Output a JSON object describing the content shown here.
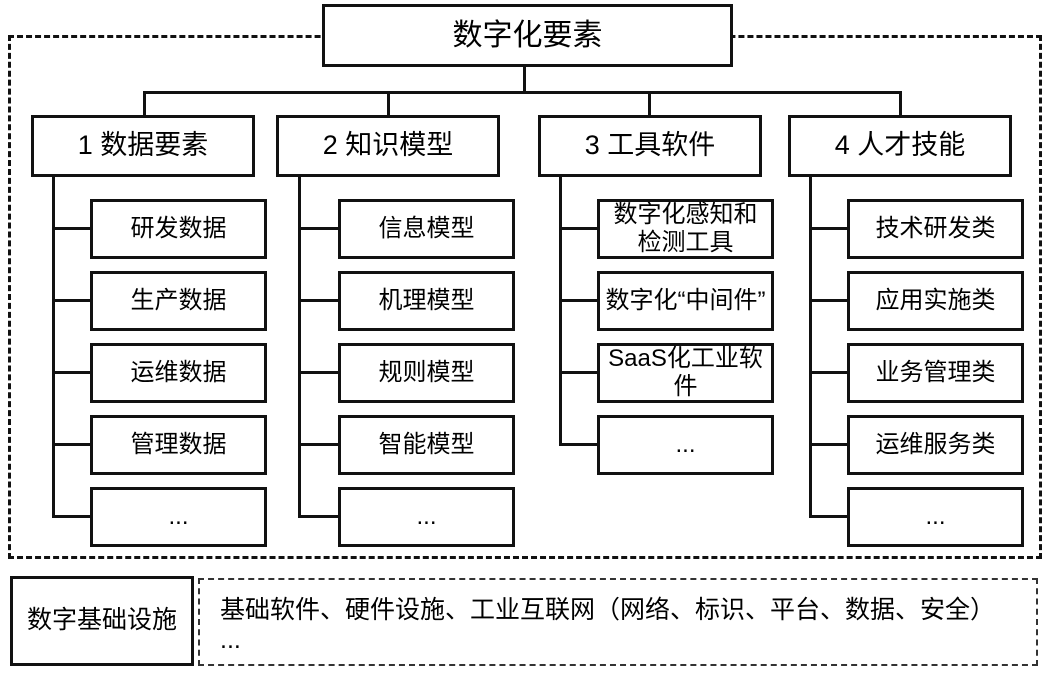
{
  "root": {
    "label": "数字化要素"
  },
  "columns": [
    {
      "header": "1 数据要素",
      "children": [
        "研发数据",
        "生产数据",
        "运维数据",
        "管理数据",
        "..."
      ]
    },
    {
      "header": "2 知识模型",
      "children": [
        "信息模型",
        "机理模型",
        "规则模型",
        "智能模型",
        "..."
      ]
    },
    {
      "header": "3 工具软件",
      "children": [
        "数字化感知和检测工具",
        "数字化“中间件”",
        "SaaS化工业软件",
        "..."
      ]
    },
    {
      "header": "4 人才技能",
      "children": [
        "技术研发类",
        "应用实施类",
        "业务管理类",
        "运维服务类",
        "..."
      ]
    }
  ],
  "infrastructure": {
    "label": "数字基础设施",
    "content": "基础软件、硬件设施、工业互联网（网络、标识、平台、数据、安全） ..."
  },
  "colors": {
    "line": "#111111",
    "background": "#ffffff"
  }
}
